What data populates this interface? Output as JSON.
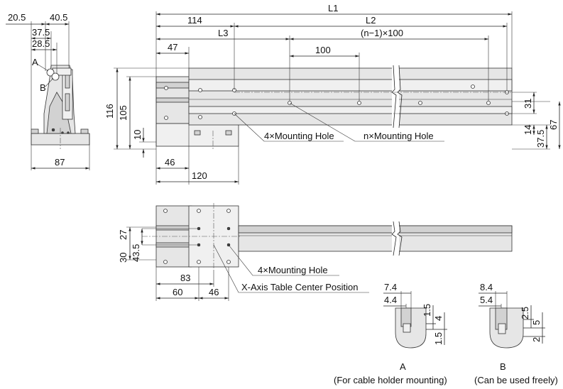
{
  "side_view": {
    "dims": {
      "d20_5": "20.5",
      "d40_5": "40.5",
      "d37_5": "37.5",
      "d28_5": "28.5",
      "d87": "87"
    },
    "labels": {
      "A": "A",
      "B": "B"
    }
  },
  "front_view": {
    "dims": {
      "L1": "L1",
      "d114": "114",
      "L2": "L2",
      "L3": "L3",
      "pitch": "(n−1)×100",
      "d47": "47",
      "d100": "100",
      "d116": "116",
      "d105": "105",
      "d10": "10",
      "d46": "46",
      "d120": "120",
      "d31": "31",
      "d14": "14",
      "d37_5": "37.5",
      "d67": "67"
    },
    "callouts": {
      "hole4": "4×Mounting Hole",
      "holeN": "n×Mounting Hole"
    }
  },
  "top_view": {
    "dims": {
      "d27": "27",
      "d30": "30",
      "d43_5": "43.5",
      "d83": "83",
      "d60": "60",
      "d46": "46"
    },
    "callouts": {
      "hole4": "4×Mounting Hole",
      "center": "X-Axis Table Center Position"
    }
  },
  "detail_a": {
    "dims": {
      "d7_4": "7.4",
      "d4_4": "4.4",
      "d1_5a": "1.5",
      "d4": "4",
      "d1_5b": "1.5"
    },
    "title": "A",
    "caption": "(For cable holder mounting)"
  },
  "detail_b": {
    "dims": {
      "d8_4": "8.4",
      "d5_4": "5.4",
      "d2_5": "2.5",
      "d5": "5",
      "d2": "2"
    },
    "title": "B",
    "caption": "(Can be used freely)"
  }
}
